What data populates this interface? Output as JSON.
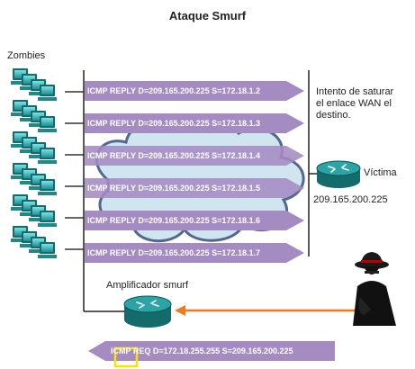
{
  "title": "Ataque Smurf",
  "zombies_label": "Zombies",
  "note": [
    "Intento de saturar",
    "el enlace WAN el",
    "destino."
  ],
  "victim_label": "Víctima",
  "victim_ip": "209.165.200.225",
  "amplifier_label": "Amplificador smurf",
  "replies": [
    "ICMP REPLY D=209.165.200.225 S=172.18.1.2",
    "ICMP REPLY D=209.165.200.225 S=172.18.1.3",
    "ICMP REPLY D=209.165.200.225 S=172.18.1.4",
    "ICMP REPLY D=209.165.200.225 S=172.18.1.5",
    "ICMP REPLY D=209.165.200.225 S=172.18.1.6",
    "ICMP REPLY D=209.165.200.225 S=172.18.1.7"
  ],
  "request": "ICMP REQ D=172.18.255.255 S=209.165.200.225",
  "colors": {
    "packet": "#a48bc2",
    "cloud_fill": "#cfe4f0",
    "cloud_stroke": "#4a5f8c",
    "router": "#1f8a8a",
    "attack_arrow": "#f07a22",
    "highlight": "#ffe000"
  }
}
